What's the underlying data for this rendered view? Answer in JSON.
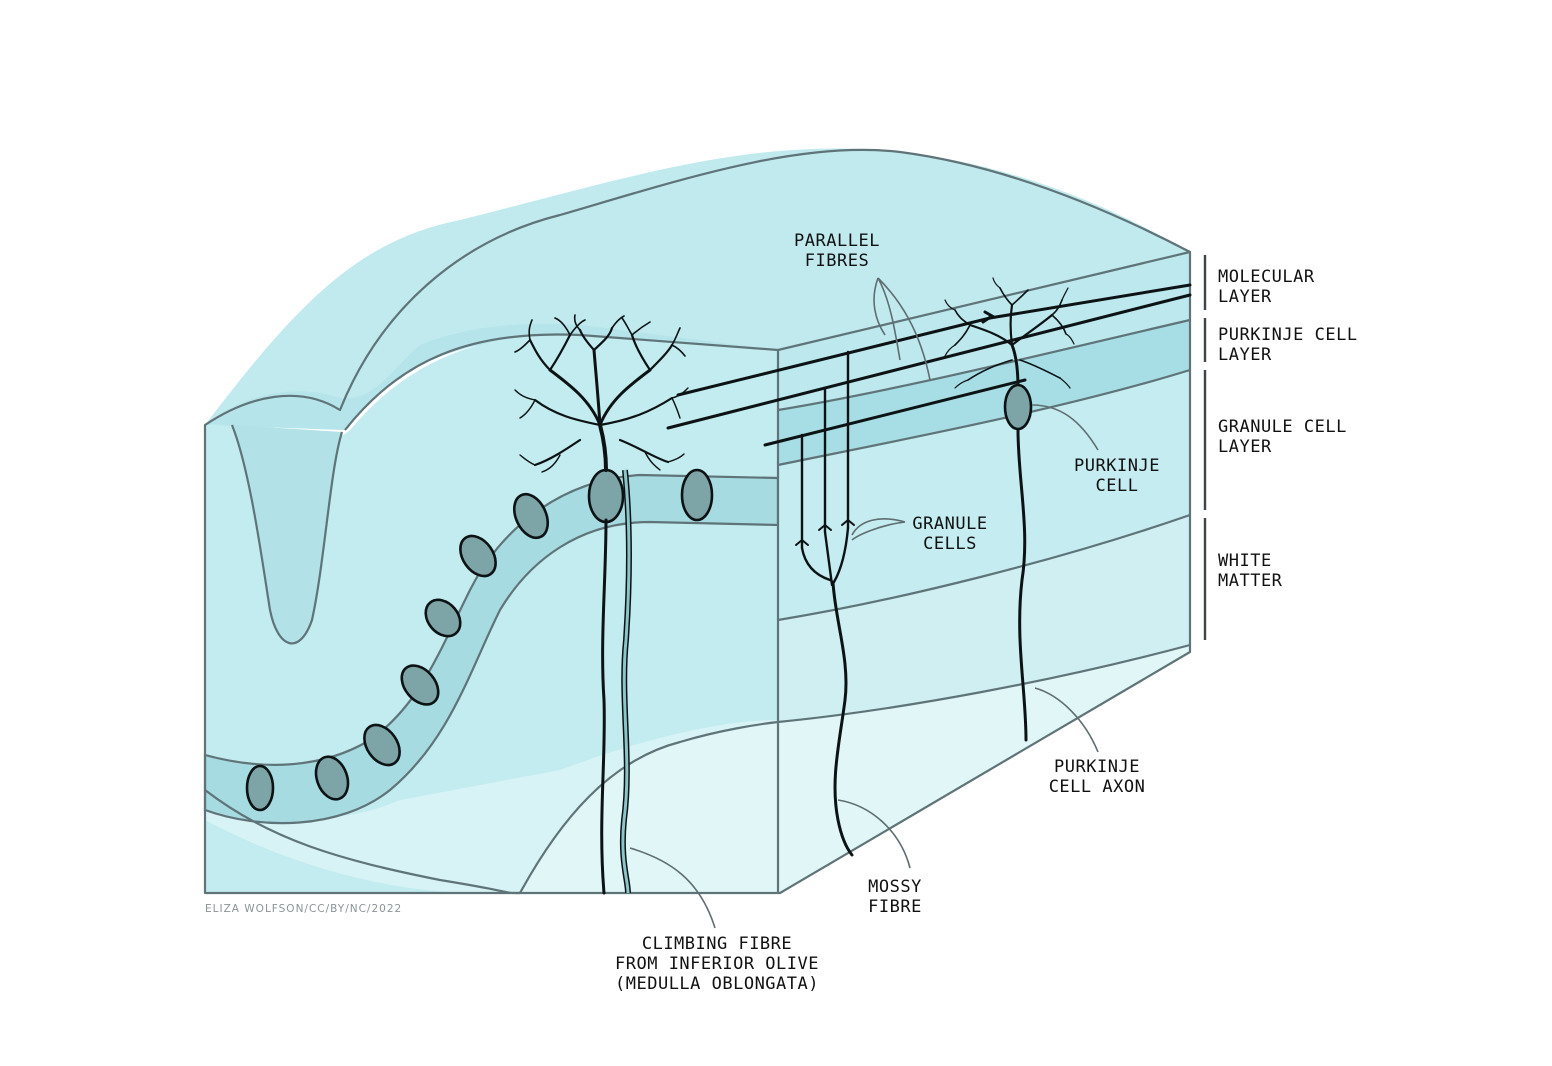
{
  "labels": {
    "parallel_fibres": [
      "PARALLEL",
      "FIBRES"
    ],
    "molecular_layer": [
      "MOLECULAR",
      "LAYER"
    ],
    "purkinje_cell_layer": [
      "PURKINJE CELL",
      "LAYER"
    ],
    "granule_cell_layer": [
      "GRANULE CELL",
      "LAYER"
    ],
    "white_matter": [
      "WHITE",
      "MATTER"
    ],
    "purkinje_cell": [
      "PURKINJE",
      "CELL"
    ],
    "granule_cells": [
      "GRANULE",
      "CELLS"
    ],
    "purkinje_cell_axon": [
      "PURKINJE",
      "CELL AXON"
    ],
    "mossy_fibre": [
      "MOSSY",
      "FIBRE"
    ],
    "climbing_fibre": [
      "CLIMBING FIBRE",
      "FROM INFERIOR OLIVE",
      "(MEDULLA OBLONGATA)"
    ]
  },
  "credit": "ELIZA WOLFSON/CC/BY/NC/2022",
  "colors": {
    "tissue_top": "#bfe9ee",
    "tissue_front": "#c5eef2",
    "molecular_band": "#bfe9ef",
    "purkinje_band": "#a9dfe6",
    "granule_band": "#c6edf1",
    "white_matter": "#def5f6",
    "outline": "#5f7478",
    "ink": "#0d1314",
    "cell_fill": "#7da4a6"
  }
}
